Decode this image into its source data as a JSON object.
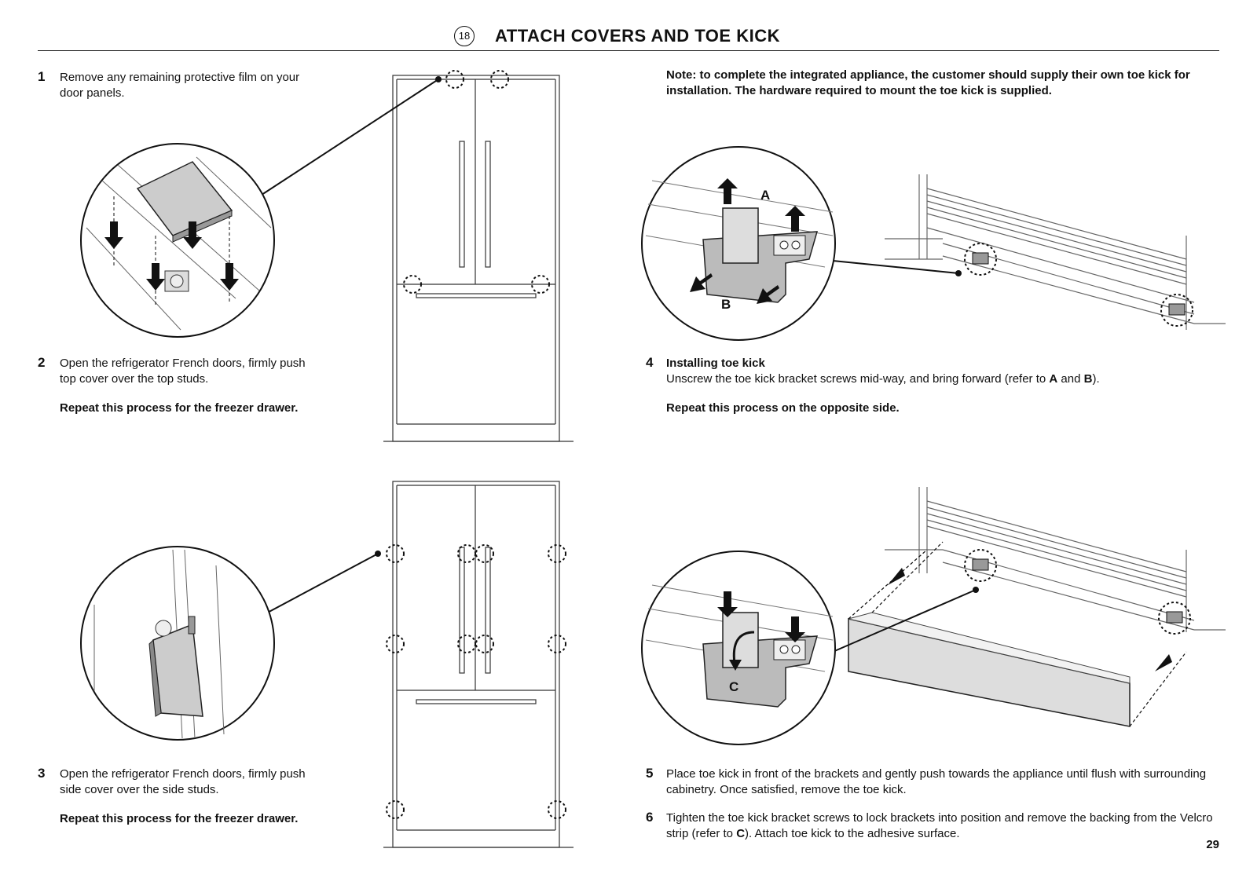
{
  "header": {
    "section_number": "18",
    "title": "ATTACH COVERS AND TOE KICK"
  },
  "steps": [
    {
      "number": "1",
      "text": "Remove any remaining protective film on your door panels."
    },
    {
      "number": "2",
      "text": "Open the refrigerator French doors, firmly push top cover over the top studs.",
      "note": "Repeat this process for the freezer drawer."
    },
    {
      "number": "3",
      "text": "Open the refrigerator French doors, firmly push side cover over the side studs.",
      "note": "Repeat this process for the freezer drawer."
    },
    {
      "number": "4",
      "heading": "Installing toe kick",
      "text_before_a": "Unscrew the toe kick bracket screws mid-way, and bring forward (refer to ",
      "ref_a": "A",
      "text_and": " and ",
      "ref_b": "B",
      "text_after": ").",
      "note": "Repeat this process on the opposite side."
    },
    {
      "number": "5",
      "text": "Place toe kick in front of the brackets and gently push towards the appliance until flush with surrounding cabinetry. Once satisfied, remove the toe kick."
    },
    {
      "number": "6",
      "text_before": "Tighten the toe kick bracket screws to lock brackets into position and remove the backing from the Velcro strip (refer to ",
      "ref_c": "C",
      "text_after": "). Attach toe kick to the adhesive surface."
    }
  ],
  "note": "Note: to complete the integrated appliance, the customer should supply their own toe kick for installation. The hardware required to mount the toe kick is supplied.",
  "labels": {
    "a": "A",
    "b": "B",
    "c": "C"
  },
  "page_number": "29"
}
